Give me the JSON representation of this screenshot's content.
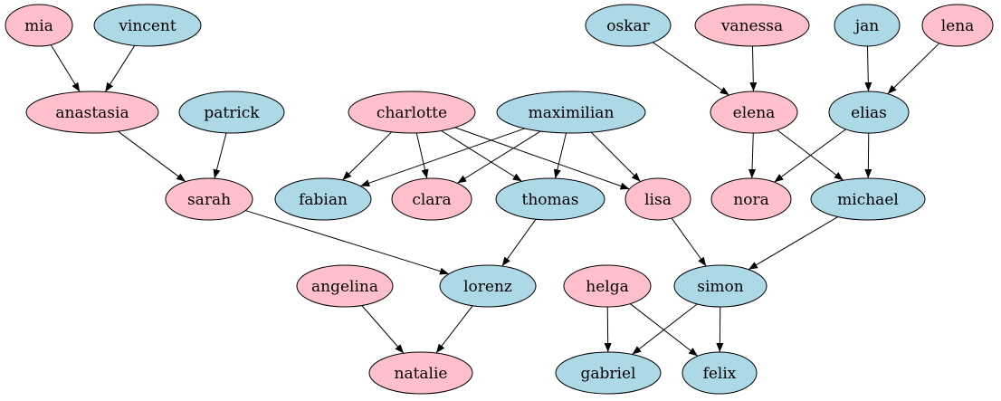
{
  "colors": {
    "female": "#ffc0cb",
    "male": "#add8e6",
    "stroke": "#000000",
    "background": "#ffffff"
  },
  "nodes": [
    {
      "id": "mia",
      "label": "mia",
      "gender": "female"
    },
    {
      "id": "vincent",
      "label": "vincent",
      "gender": "male"
    },
    {
      "id": "anastasia",
      "label": "anastasia",
      "gender": "female"
    },
    {
      "id": "patrick",
      "label": "patrick",
      "gender": "male"
    },
    {
      "id": "sarah",
      "label": "sarah",
      "gender": "female"
    },
    {
      "id": "charlotte",
      "label": "charlotte",
      "gender": "female"
    },
    {
      "id": "maximilian",
      "label": "maximilian",
      "gender": "male"
    },
    {
      "id": "fabian",
      "label": "fabian",
      "gender": "male"
    },
    {
      "id": "clara",
      "label": "clara",
      "gender": "female"
    },
    {
      "id": "thomas",
      "label": "thomas",
      "gender": "male"
    },
    {
      "id": "lisa",
      "label": "lisa",
      "gender": "female"
    },
    {
      "id": "oskar",
      "label": "oskar",
      "gender": "male"
    },
    {
      "id": "vanessa",
      "label": "vanessa",
      "gender": "female"
    },
    {
      "id": "jan",
      "label": "jan",
      "gender": "male"
    },
    {
      "id": "lena",
      "label": "lena",
      "gender": "female"
    },
    {
      "id": "elena",
      "label": "elena",
      "gender": "female"
    },
    {
      "id": "elias",
      "label": "elias",
      "gender": "male"
    },
    {
      "id": "nora",
      "label": "nora",
      "gender": "female"
    },
    {
      "id": "michael",
      "label": "michael",
      "gender": "male"
    },
    {
      "id": "angelina",
      "label": "angelina",
      "gender": "female"
    },
    {
      "id": "lorenz",
      "label": "lorenz",
      "gender": "male"
    },
    {
      "id": "helga",
      "label": "helga",
      "gender": "female"
    },
    {
      "id": "simon",
      "label": "simon",
      "gender": "male"
    },
    {
      "id": "natalie",
      "label": "natalie",
      "gender": "female"
    },
    {
      "id": "gabriel",
      "label": "gabriel",
      "gender": "male"
    },
    {
      "id": "felix",
      "label": "felix",
      "gender": "male"
    }
  ],
  "edges": [
    {
      "from": "mia",
      "to": "anastasia"
    },
    {
      "from": "vincent",
      "to": "anastasia"
    },
    {
      "from": "anastasia",
      "to": "sarah"
    },
    {
      "from": "patrick",
      "to": "sarah"
    },
    {
      "from": "sarah",
      "to": "lorenz"
    },
    {
      "from": "charlotte",
      "to": "fabian"
    },
    {
      "from": "charlotte",
      "to": "clara"
    },
    {
      "from": "charlotte",
      "to": "thomas"
    },
    {
      "from": "charlotte",
      "to": "lisa"
    },
    {
      "from": "maximilian",
      "to": "fabian"
    },
    {
      "from": "maximilian",
      "to": "clara"
    },
    {
      "from": "maximilian",
      "to": "thomas"
    },
    {
      "from": "maximilian",
      "to": "lisa"
    },
    {
      "from": "thomas",
      "to": "lorenz"
    },
    {
      "from": "lisa",
      "to": "simon"
    },
    {
      "from": "oskar",
      "to": "elena"
    },
    {
      "from": "vanessa",
      "to": "elena"
    },
    {
      "from": "jan",
      "to": "elias"
    },
    {
      "from": "lena",
      "to": "elias"
    },
    {
      "from": "elena",
      "to": "nora"
    },
    {
      "from": "elena",
      "to": "michael"
    },
    {
      "from": "elias",
      "to": "nora"
    },
    {
      "from": "elias",
      "to": "michael"
    },
    {
      "from": "michael",
      "to": "simon"
    },
    {
      "from": "angelina",
      "to": "natalie"
    },
    {
      "from": "lorenz",
      "to": "natalie"
    },
    {
      "from": "helga",
      "to": "gabriel"
    },
    {
      "from": "helga",
      "to": "felix"
    },
    {
      "from": "simon",
      "to": "gabriel"
    },
    {
      "from": "simon",
      "to": "felix"
    }
  ]
}
